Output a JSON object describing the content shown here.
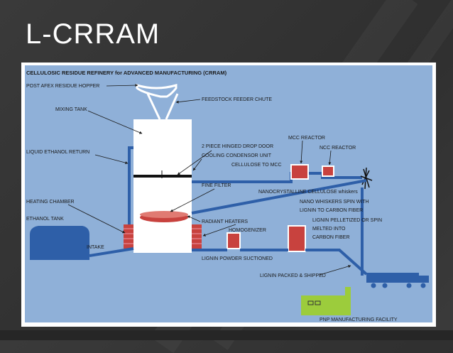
{
  "slide": {
    "title": "L-CRRAM"
  },
  "diagram": {
    "header": "CELLULOSIC RESIDUE REFINERY for ADVANCED MANUFACTURING (CRRAM)",
    "labels": {
      "hopper": "POST AFEX RESIDUE HOPPER",
      "chute": "FEEDSTOCK FEEDER CHUTE",
      "mixing_tank": "MIXING TANK",
      "ethanol_return": "LIQUID ETHANOL RETURN",
      "drop_door": "2 PIECE HINGED DROP DOOR",
      "condensor": "COOLING CONDENSOR UNIT",
      "cellulose_to_mcc": "CELLULOSE TO MCC",
      "mcc_reactor": "MCC REACTOR",
      "ncc_reactor": "NCC REACTOR",
      "fine_filter": "FINE FILTER",
      "ncc_whiskers": "NANOCRYSTALLINE CELLULOSE whiskers",
      "whiskers_spin_1": "NANO WHISKERS SPIN WITH",
      "whiskers_spin_2": "LIGNIN TO CARBON FIBER",
      "heating_chamber": "HEATING CHAMBER",
      "ethanol_tank": "ETHANOL TANK",
      "radiant_heaters": "RADIANT HEATERS",
      "homogenizer": "HOMOGENIZER",
      "lignin_pellet_1": "LIGNIN PELLETIZED OR SPIN",
      "lignin_pellet_2": "MELTED INTO",
      "lignin_pellet_3": "CARBON FIBER",
      "intake": "INTAKE",
      "lignin_powder": "LIGNIN POWDER SUCTIONED",
      "lignin_packed": "LIGNIN PACKED & SHIPPED",
      "pnp_facility": "PNP MANUFACTURING FACILITY"
    },
    "colors": {
      "background": "#8fb0d8",
      "pipe": "#2e5fa8",
      "reactor": "#c8423e",
      "factory": "#9ccc3c"
    }
  }
}
